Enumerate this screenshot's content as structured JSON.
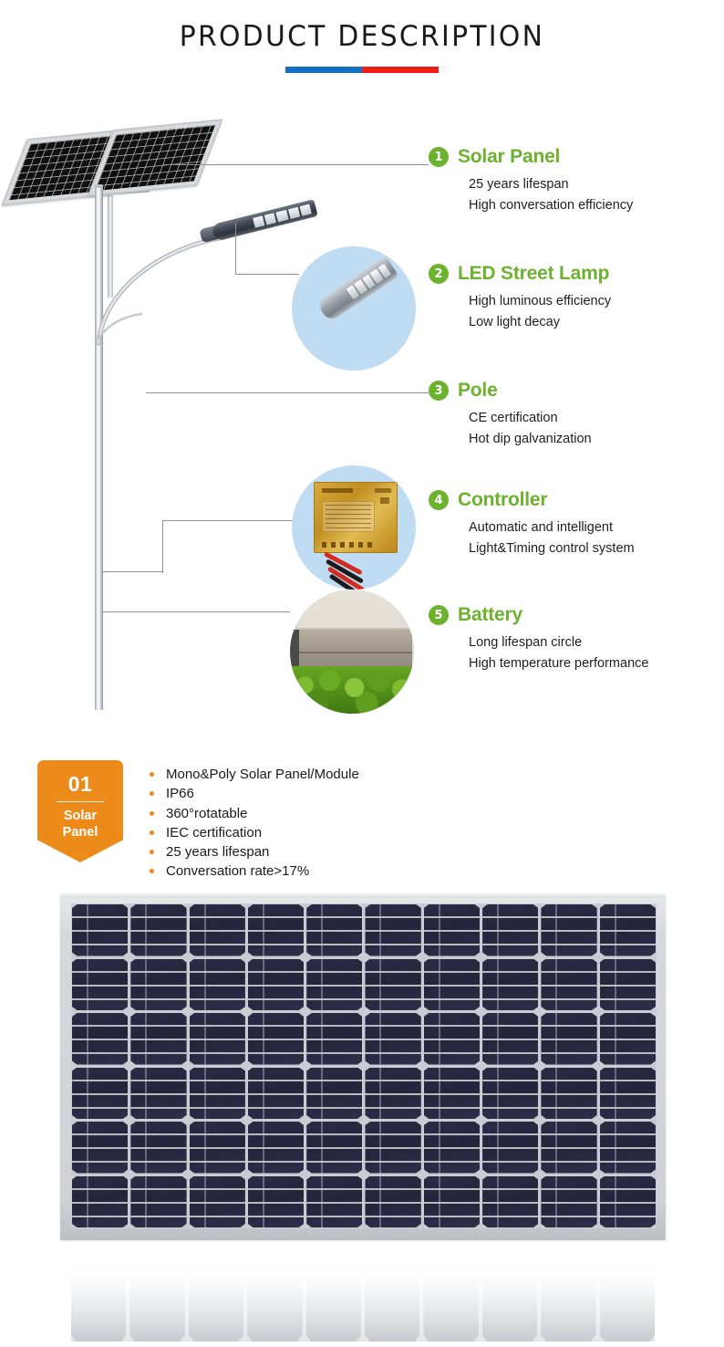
{
  "header": {
    "title": "PRODUCT DESCRIPTION",
    "divider_left_color": "#1470c4",
    "divider_right_color": "#ef1b16"
  },
  "theme": {
    "accent_green": "#6cb22e",
    "accent_orange": "#ec8b19",
    "text_dark": "#1a1a1a",
    "inset_circle_blue": "#bfdcf3"
  },
  "features": [
    {
      "number": "1",
      "title": "Solar Panel",
      "lines": [
        "25 years lifespan",
        "High conversation efficiency"
      ]
    },
    {
      "number": "2",
      "title": "LED Street Lamp",
      "lines": [
        "High luminous efficiency",
        "Low light decay"
      ]
    },
    {
      "number": "3",
      "title": "Pole",
      "lines": [
        "CE certification",
        "Hot dip galvanization"
      ]
    },
    {
      "number": "4",
      "title": "Controller",
      "lines": [
        "Automatic and intelligent",
        "Light&Timing control system"
      ]
    },
    {
      "number": "5",
      "title": "Battery",
      "lines": [
        "Long lifespan circle",
        "High temperature performance"
      ]
    }
  ],
  "spec_block": {
    "number": "01",
    "name_line1": "Solar",
    "name_line2": "Panel",
    "bullets": [
      "Mono&Poly Solar Panel/Module",
      "IP66",
      "360°rotatable",
      "IEC certification",
      "25 years lifespan",
      "Conversation rate>17%"
    ]
  },
  "panel_photo": {
    "columns": 10,
    "rows": 6,
    "cell_color": "#2b2b46",
    "frame_color": "#d5d8db"
  }
}
